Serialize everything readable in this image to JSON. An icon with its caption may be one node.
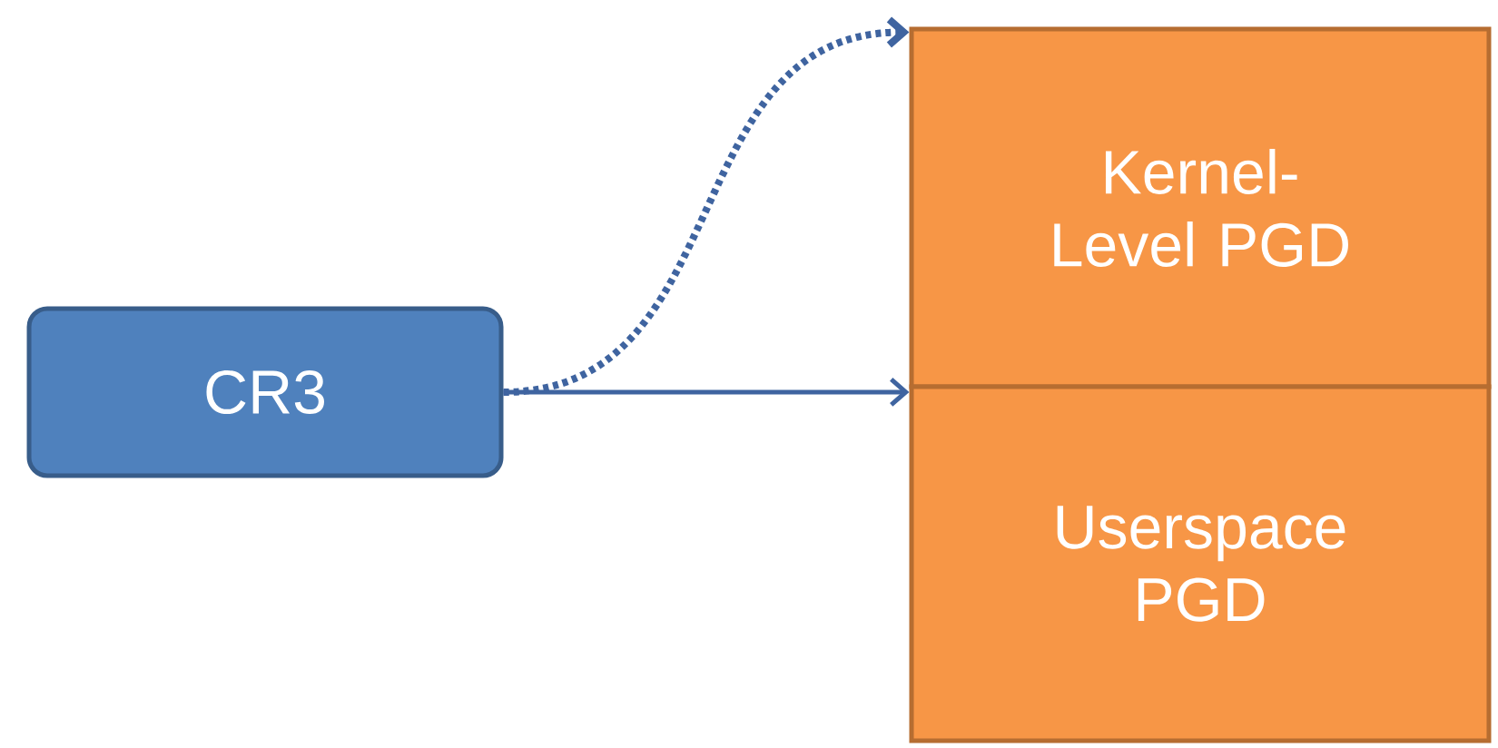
{
  "diagram": {
    "nodes": [
      {
        "text": [
          "CR3"
        ]
      },
      {
        "text": [
          "Kernel-Level PGD"
        ]
      },
      {
        "text": [
          "Userspace PGD"
        ]
      }
    ],
    "edges": [
      {
        "from": 0,
        "to": 1,
        "arrow": "to",
        "style": "dashed"
      },
      {
        "from": 0,
        "to": 2,
        "arrow": "to"
      }
    ]
  }
}
